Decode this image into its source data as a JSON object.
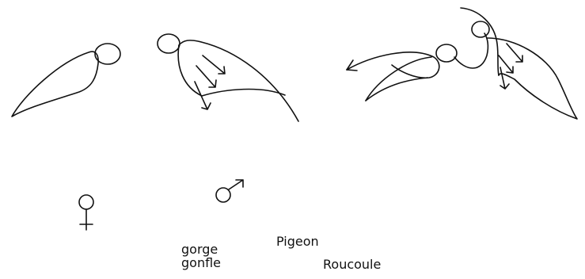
{
  "labels": {
    "gorge_line1": "gorge",
    "gorge_line2": "gonfle",
    "pigeon": "Pigeon",
    "roucoule": "Roucoule"
  },
  "symbols": {
    "female": "female-symbol",
    "male": "male-symbol"
  },
  "colors": {
    "ink": "#111111",
    "background": "#ffffff"
  }
}
